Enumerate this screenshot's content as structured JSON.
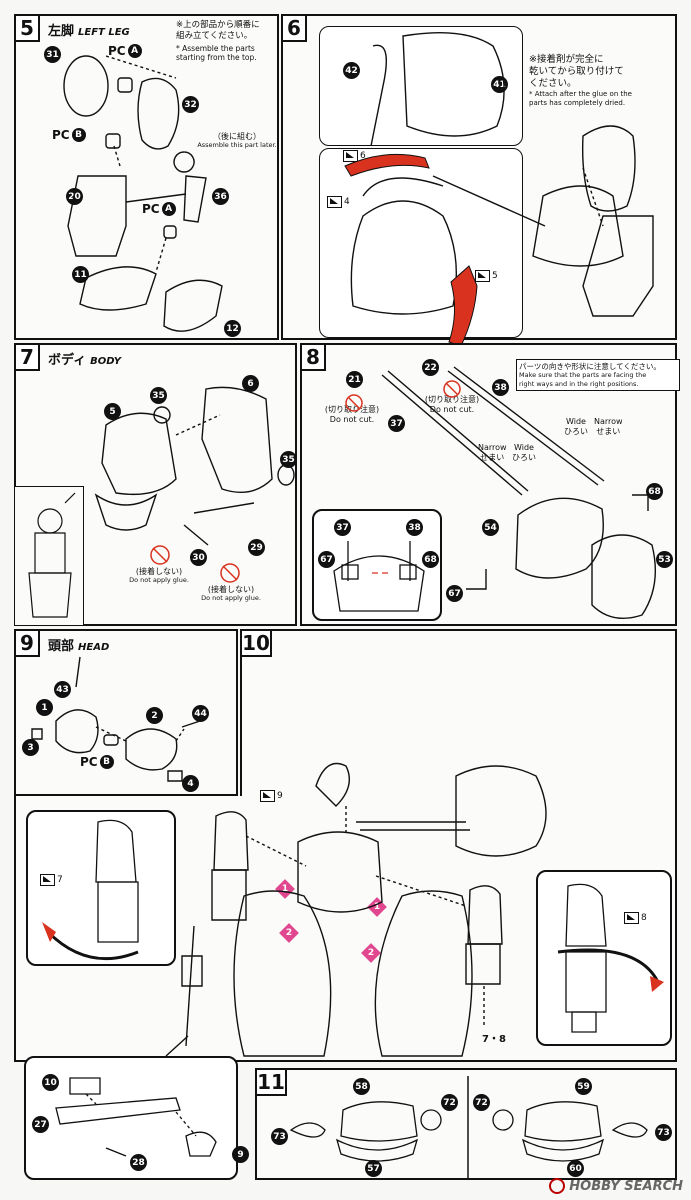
{
  "steps": {
    "s5": {
      "num": "5",
      "title_jp": "左脚",
      "title_en": "LEFT LEG",
      "note_jp": "※上の部品から順番に\n組み立てください。",
      "note_en": "* Assemble the parts\nstarting from the top.",
      "later_jp": "（後に組む）",
      "later_en": "Assemble this part later.",
      "parts": [
        "31",
        "32",
        "20",
        "36",
        "11",
        "12"
      ]
    },
    "s6": {
      "num": "6",
      "note_jp": "※接着剤が完全に\n乾いてから取り付けて\nください。",
      "note_en": "* Attach after the glue on the\nparts has completely dried.",
      "parts": [
        "42",
        "41"
      ],
      "markers": [
        "6",
        "4",
        "5"
      ]
    },
    "s7": {
      "num": "7",
      "title_jp": "ボディ",
      "title_en": "BODY",
      "parts": [
        "5",
        "35",
        "6",
        "35",
        "30",
        "29"
      ],
      "noglue_jp": "(接着しない)",
      "noglue_en": "Do not apply glue."
    },
    "s8": {
      "num": "8",
      "caution_jp": "パーツの向きや形状に注意してください。",
      "caution_en": "Make sure that the parts are facing the\nright ways and in the right positions.",
      "nocut_jp": "(切り取り注意)",
      "nocut_en": "Do not cut.",
      "narrow_en": "Narrow",
      "narrow_jp": "せまい",
      "wide_en": "Wide",
      "wide_jp": "ひろい",
      "parts": [
        "21",
        "22",
        "37",
        "38",
        "68",
        "54",
        "53",
        "67",
        "37",
        "38",
        "67",
        "68"
      ]
    },
    "s9": {
      "num": "9",
      "title_jp": "頭部",
      "title_en": "HEAD",
      "parts": [
        "43",
        "1",
        "2",
        "44",
        "3",
        "4"
      ]
    },
    "s10": {
      "num": "10",
      "markers": [
        "9",
        "7",
        "8"
      ],
      "diamonds": [
        "1",
        "2",
        "1",
        "2"
      ],
      "parts_label": "7・8",
      "sub_parts": [
        "10",
        "27",
        "28",
        "9"
      ]
    },
    "s11": {
      "num": "11",
      "parts": [
        "58",
        "72",
        "73",
        "57",
        "59",
        "72",
        "73",
        "60"
      ]
    }
  },
  "pc": {
    "label": "PC",
    "a": "A",
    "b": "B"
  },
  "watermark": {
    "text": "HOBBY SEARCH"
  }
}
